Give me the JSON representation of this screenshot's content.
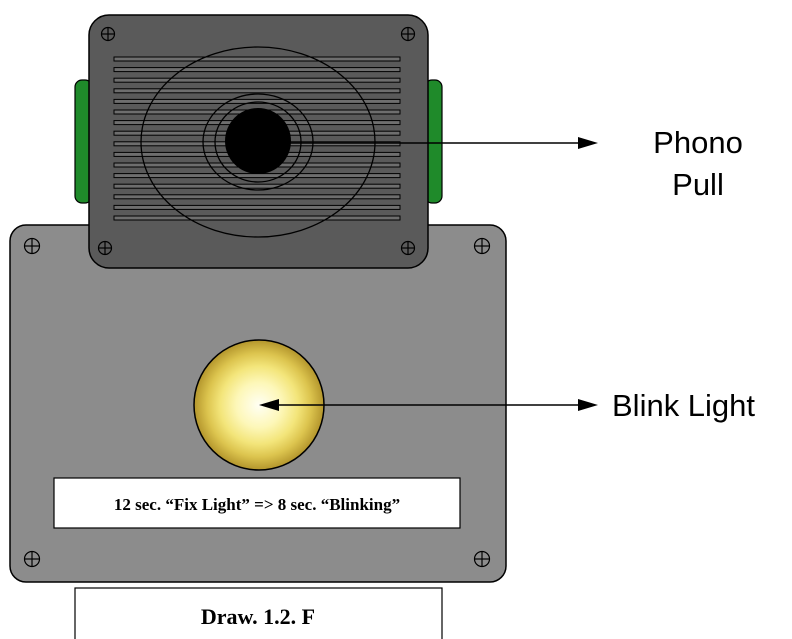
{
  "callouts": {
    "phono_pull_line1": "Phono",
    "phono_pull_line2": "Pull",
    "blink_light": "Blink Light"
  },
  "panel_note": "12 sec. “Fix Light” => 8 sec. “Blinking”",
  "caption": "Draw. 1.2. F",
  "colors": {
    "lower_panel": "#8c8c8c",
    "speaker_housing": "#5a5a5a",
    "side_grips": "#1f8a2a",
    "light_center": "#fffde8",
    "light_rim": "#c8a936",
    "outline": "#000000"
  },
  "icons": [
    "screw-icon",
    "arrow-icon"
  ]
}
